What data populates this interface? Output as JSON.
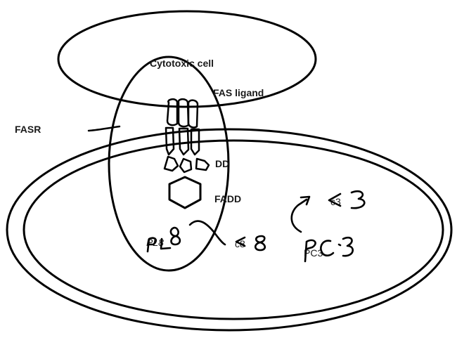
{
  "labels": {
    "cytotoxic_cell": "Cytotoxic cell",
    "fas_ligand": "FAS ligand",
    "fasr": "FASR",
    "dd": "DD",
    "fadd": "FADD"
  },
  "handwritten": {
    "pl8": "PL8",
    "c8": "c8",
    "c3": "c3",
    "pc3": "PC3"
  },
  "colors": {
    "ink": "#000000",
    "background": "#ffffff"
  }
}
